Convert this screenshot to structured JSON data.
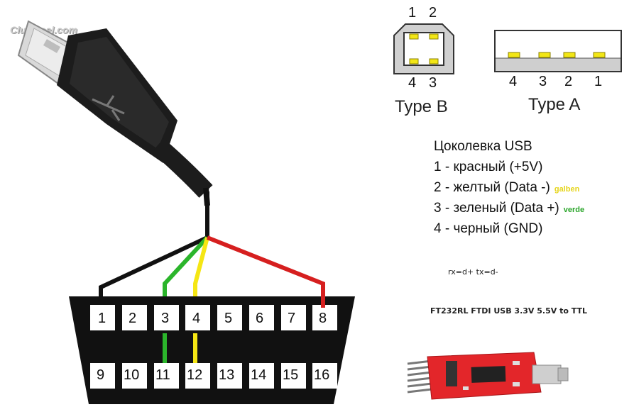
{
  "watermark": "ClubOpel.com",
  "type_b": {
    "label": "Type B",
    "pins_top": [
      "1",
      "2"
    ],
    "pins_bottom": [
      "4",
      "3"
    ]
  },
  "type_a": {
    "label": "Type A",
    "pins": [
      "4",
      "3",
      "2",
      "1"
    ]
  },
  "pinout": {
    "title": "Цоколевка USB",
    "lines": [
      {
        "text": "1 - красный (+5V)",
        "tag": ""
      },
      {
        "text": "2 - желтый (Data -)",
        "tag": "galben"
      },
      {
        "text": "3 - зеленый (Data +)",
        "tag": "verde"
      },
      {
        "text": "4 - черный (GND)",
        "tag": ""
      }
    ]
  },
  "notes": {
    "rxtx": "rx=d+ tx=d-",
    "module": "FT232RL FTDI USB 3.3V 5.5V to TTL"
  },
  "obd": {
    "top_pins": [
      "1",
      "2",
      "3",
      "4",
      "5",
      "6",
      "7",
      "8"
    ],
    "bottom_pins": [
      "9",
      "10",
      "11",
      "12",
      "13",
      "14",
      "15",
      "16"
    ]
  },
  "colors": {
    "wire_black": "#111111",
    "wire_green": "#2bb52b",
    "wire_yellow": "#f5e614",
    "wire_red": "#d61f1f",
    "tag_yellow": "#e6d51a",
    "tag_green": "#2aa52a",
    "module_red": "#e3262a"
  }
}
